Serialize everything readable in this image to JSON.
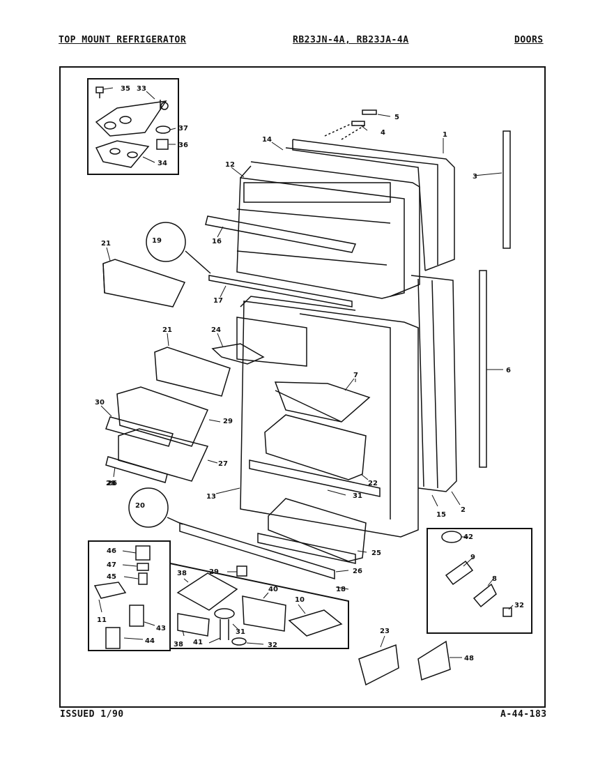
{
  "header": {
    "product": "TOP MOUNT REFRIGERATOR",
    "models": "RB23JN-4A, RB23JA-4A",
    "section": "DOORS"
  },
  "footer": {
    "issued": "ISSUED 1/90",
    "page_code": "A-44-183"
  },
  "callouts": {
    "c1": "1",
    "c2": "2",
    "c3": "3",
    "c4": "4",
    "c5": "5",
    "c6": "6",
    "c7": "7",
    "c8": "8",
    "c9": "9",
    "c10": "10",
    "c11": "11",
    "c12": "12",
    "c13": "13",
    "c14": "14",
    "c15": "15",
    "c16": "16",
    "c17": "17",
    "c18": "18",
    "c19": "19",
    "c20": "20",
    "c21a": "21",
    "c21b": "21",
    "c22": "22",
    "c23": "23",
    "c24": "24",
    "c25": "25",
    "c26a": "26",
    "c26b": "26",
    "c27": "27",
    "c28": "28",
    "c29a": "29",
    "c29b": "29",
    "c30": "30",
    "c31a": "31",
    "c31b": "31",
    "c32a": "32",
    "c32b": "32",
    "c33": "33",
    "c34": "34",
    "c35": "35",
    "c36": "36",
    "c37": "37",
    "c38a": "38",
    "c38b": "38",
    "c40": "40",
    "c41": "41",
    "c42": "42",
    "c43": "43",
    "c44": "44",
    "c45": "45",
    "c46": "46",
    "c47": "47",
    "c48": "48"
  }
}
